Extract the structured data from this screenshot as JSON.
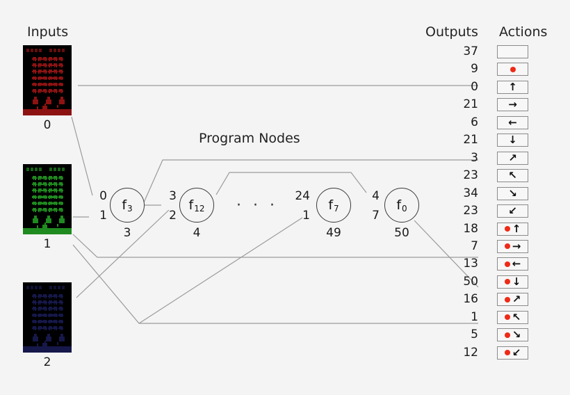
{
  "headers": {
    "inputs": "Inputs",
    "program_nodes": "Program Nodes",
    "outputs": "Outputs",
    "actions": "Actions"
  },
  "inputs": [
    {
      "index": "0",
      "color": "#8d1212",
      "name": "input-frame-red"
    },
    {
      "index": "1",
      "color": "#1f8a1f",
      "name": "input-frame-green"
    },
    {
      "index": "2",
      "color": "#16184a",
      "name": "input-frame-blue"
    }
  ],
  "nodes": [
    {
      "fn": "f",
      "sub": "3",
      "args": [
        "0",
        "1"
      ],
      "idx": "3"
    },
    {
      "fn": "f",
      "sub": "12",
      "args": [
        "3",
        "2"
      ],
      "idx": "4"
    },
    {
      "fn": "f",
      "sub": "7",
      "args": [
        "24",
        "1"
      ],
      "idx": "49"
    },
    {
      "fn": "f",
      "sub": "0",
      "args": [
        "4",
        "7"
      ],
      "idx": "50"
    }
  ],
  "ellipsis": "· · ·",
  "outputs": [
    "37",
    "9",
    "0",
    "21",
    "6",
    "21",
    "3",
    "23",
    "34",
    "23",
    "18",
    "7",
    "13",
    "50",
    "16",
    "1",
    "5",
    "12"
  ],
  "actions": [
    {
      "name": "action-noop",
      "fire": false,
      "arrow": ""
    },
    {
      "name": "action-fire",
      "fire": true,
      "arrow": ""
    },
    {
      "name": "action-up",
      "fire": false,
      "arrow": "↑"
    },
    {
      "name": "action-right",
      "fire": false,
      "arrow": "→"
    },
    {
      "name": "action-left",
      "fire": false,
      "arrow": "←"
    },
    {
      "name": "action-down",
      "fire": false,
      "arrow": "↓"
    },
    {
      "name": "action-up-right",
      "fire": false,
      "arrow": "↗"
    },
    {
      "name": "action-up-left",
      "fire": false,
      "arrow": "↖"
    },
    {
      "name": "action-down-right",
      "fire": false,
      "arrow": "↘"
    },
    {
      "name": "action-down-left",
      "fire": false,
      "arrow": "↙"
    },
    {
      "name": "action-fire-up",
      "fire": true,
      "arrow": "↑"
    },
    {
      "name": "action-fire-right",
      "fire": true,
      "arrow": "→"
    },
    {
      "name": "action-fire-left",
      "fire": true,
      "arrow": "←"
    },
    {
      "name": "action-fire-down",
      "fire": true,
      "arrow": "↓"
    },
    {
      "name": "action-fire-up-right",
      "fire": true,
      "arrow": "↗"
    },
    {
      "name": "action-fire-up-left",
      "fire": true,
      "arrow": "↖"
    },
    {
      "name": "action-fire-down-right",
      "fire": true,
      "arrow": "↘"
    },
    {
      "name": "action-fire-down-left",
      "fire": true,
      "arrow": "↙"
    }
  ],
  "colors": {
    "background": "#f4f4f4",
    "wire": "#9a9a9a",
    "node_stroke": "#3a3a3a",
    "fire_dot": "#ef2a16",
    "text": "#1a1a1a"
  }
}
